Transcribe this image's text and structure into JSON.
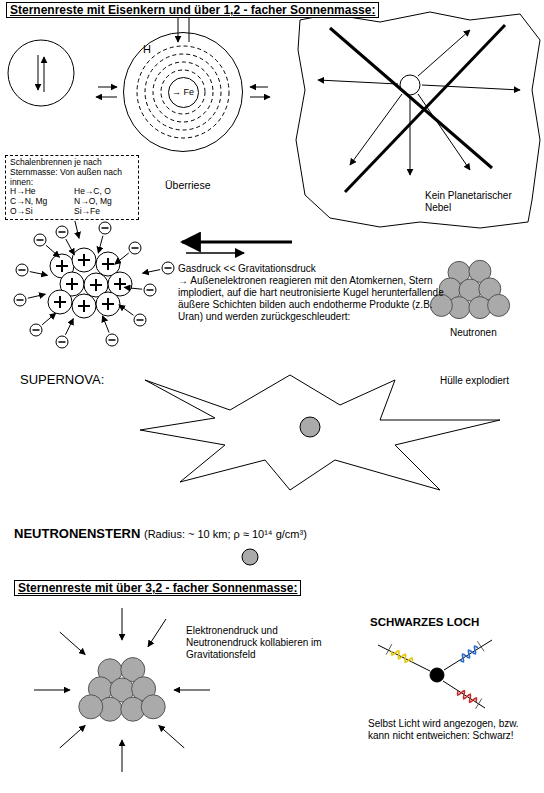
{
  "diagram": {
    "title": "Sternenreste mit Eisenkern und über 1,2 - facher Sonnenmasse:",
    "nodes": [
      {
        "text": [
          "Schalenbrennen je nach Sternmasse: Von außen nach innen:",
          "H→He",
          "He→C, O",
          "C→N, Mg",
          "N→O, Mg",
          "O→Si",
          "Si→Fe"
        ]
      },
      {
        "text": [
          "H",
          "Überriese"
        ]
      },
      {
        "text": [
          "→ Fe"
        ],
        "in": 1
      }
    ],
    "labels": [
      "Kein Planetarischer Nebel",
      "Gasdruck << Gravitationsdruck",
      "→ Außenelektronen reagieren mit den Atomkernen, Stern implodiert, auf die hart neutronisierte Kugel herunterfallende äußere Schichten bilden auch endotherme Produkte (z.B. Uran) und werden zurückgeschleudert:",
      "Neutronen",
      "SUPERNOVA:",
      "Hülle explodiert",
      "NEUTRONENSTERN",
      "(Radius: ~ 10 km; ρ ≈ 10¹⁴ g/cm³)",
      "Sternenreste mit über 3,2 - facher Sonnenmasse:",
      "Elektronendruck und Neutronendruck kollabieren im Gravitationsfeld",
      "SCHWARZES LOCH",
      "Selbst Licht wird angezogen, bzw. kann nicht entweichen: Schwarz!"
    ]
  }
}
